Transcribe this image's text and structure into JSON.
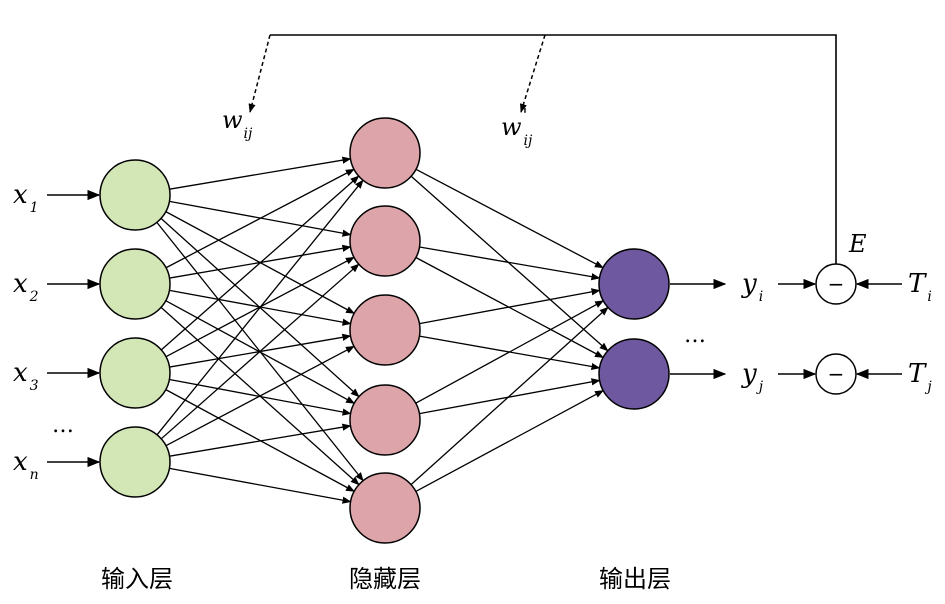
{
  "colors": {
    "input_node": "#d3e6b5",
    "hidden_node": "#dda5aa",
    "output_node": "#6e58a0",
    "stroke": "#000000"
  },
  "inputs": [
    {
      "var": "x",
      "sub": "1"
    },
    {
      "var": "x",
      "sub": "2"
    },
    {
      "var": "x",
      "sub": "3"
    },
    {
      "var": "x",
      "sub": "n"
    }
  ],
  "input_ellipsis": "…",
  "outputs": [
    {
      "var": "y",
      "sub": "i",
      "target_var": "T",
      "target_sub": "i"
    },
    {
      "var": "y",
      "sub": "j",
      "target_var": "T",
      "target_sub": "j"
    }
  ],
  "output_ellipsis": "…",
  "error_label": "E",
  "compare_symbol": "−",
  "weights": {
    "input_hidden": {
      "var": "w",
      "sub": "ij"
    },
    "hidden_output": {
      "var": "w",
      "sup": "'",
      "sub": "ij"
    }
  },
  "layers": {
    "input": "输入层",
    "hidden": "隐藏层",
    "output": "输出层"
  }
}
